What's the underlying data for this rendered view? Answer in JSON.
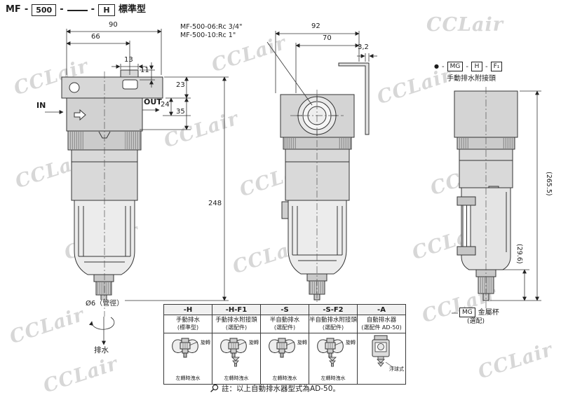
{
  "watermark": "CCLair",
  "header": {
    "model": "MF",
    "sep": "-",
    "size": "500",
    "blank": "",
    "variant": "H",
    "type_label": "標準型"
  },
  "front_view": {
    "in_label": "IN",
    "out_label": "OUT",
    "dim_90": "90",
    "dim_66": "66",
    "dim_13": "13",
    "dim_11": "11",
    "dim_23": "23",
    "dim_24": "24",
    "dim_35": "35",
    "dim_248": "248",
    "pipe_label": "Ø6（管徑）",
    "drain_label": "排水"
  },
  "side_view": {
    "port_note_1": "MF-500-06:Rc 3/4\"",
    "port_note_2": "MF-500-10:Rc 1\"",
    "dim_92": "92",
    "dim_70": "70",
    "dim_3_2": "3,2"
  },
  "option_view": {
    "bullet": "●",
    "sep": "-",
    "code_mg": "MG",
    "code_h": "H",
    "code_f1": "F₁",
    "caption": "手動排水附接頭",
    "dim_265_5": "(265.5)",
    "dim_29_6": "(29.6)",
    "mg_code": "MG",
    "mg_label": "金屬杯",
    "mg_sub": "(選配)"
  },
  "drain_table": {
    "columns": [
      {
        "code": "-H",
        "name": "手動排水",
        "sub": "(標準型)",
        "note_rotate": "旋轉",
        "note_bottom": "左轉時洩水"
      },
      {
        "code": "-H-F1",
        "name": "手動排水附接頭",
        "sub": "(選配件)",
        "note_rotate": "旋轉",
        "note_bottom": "左轉時洩水"
      },
      {
        "code": "-S",
        "name": "半自動排水",
        "sub": "(選配件)",
        "note_rotate": "旋轉",
        "note_bottom": "左轉時洩水"
      },
      {
        "code": "-S-F2",
        "name": "半自動排水附接頭",
        "sub": "(選配件)",
        "note_rotate": "旋轉",
        "note_bottom": "左轉時洩水"
      },
      {
        "code": "-A",
        "name": "自動排水器",
        "sub": "(選配件 AD-50)",
        "note_float": "浮球式"
      }
    ]
  },
  "footnote": "註：以上自動排水器型式為AD-50。"
}
